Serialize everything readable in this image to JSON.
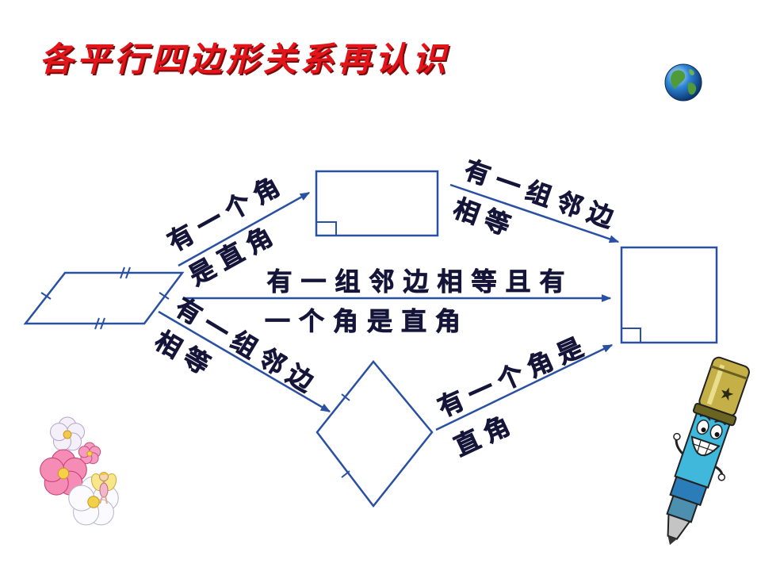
{
  "title": "各平行四边形关系再认识",
  "relations": {
    "parallelogram_to_rectangle": {
      "line1": "有一个角",
      "line2": "是直角"
    },
    "rectangle_to_square": {
      "line1": "有一组邻边",
      "line2": "相等"
    },
    "parallelogram_to_square": {
      "line1": "有一组邻边相等且有",
      "line2": "一个角是直角"
    },
    "parallelogram_to_rhombus": {
      "line1": "有一组邻边",
      "line2": "相等"
    },
    "rhombus_to_square": {
      "line1": "有一个角是",
      "line2": "直角"
    }
  },
  "icons": {
    "globe": "globe-icon",
    "flowers": "flower-fairy-icon",
    "mascot": "pen-mascot-icon"
  },
  "colors": {
    "title": "#e3141a",
    "lines": "#2a50a3",
    "labels": "#15153a"
  }
}
